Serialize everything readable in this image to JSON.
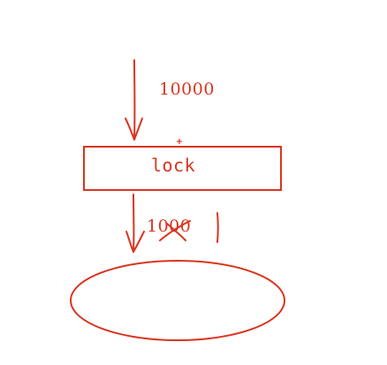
{
  "diagram": {
    "ink_color": "#d9351f",
    "background": "#ffffff",
    "incoming_count": "10000",
    "lock_label": "lock",
    "outgoing_count": "1000",
    "struck_out": true
  }
}
